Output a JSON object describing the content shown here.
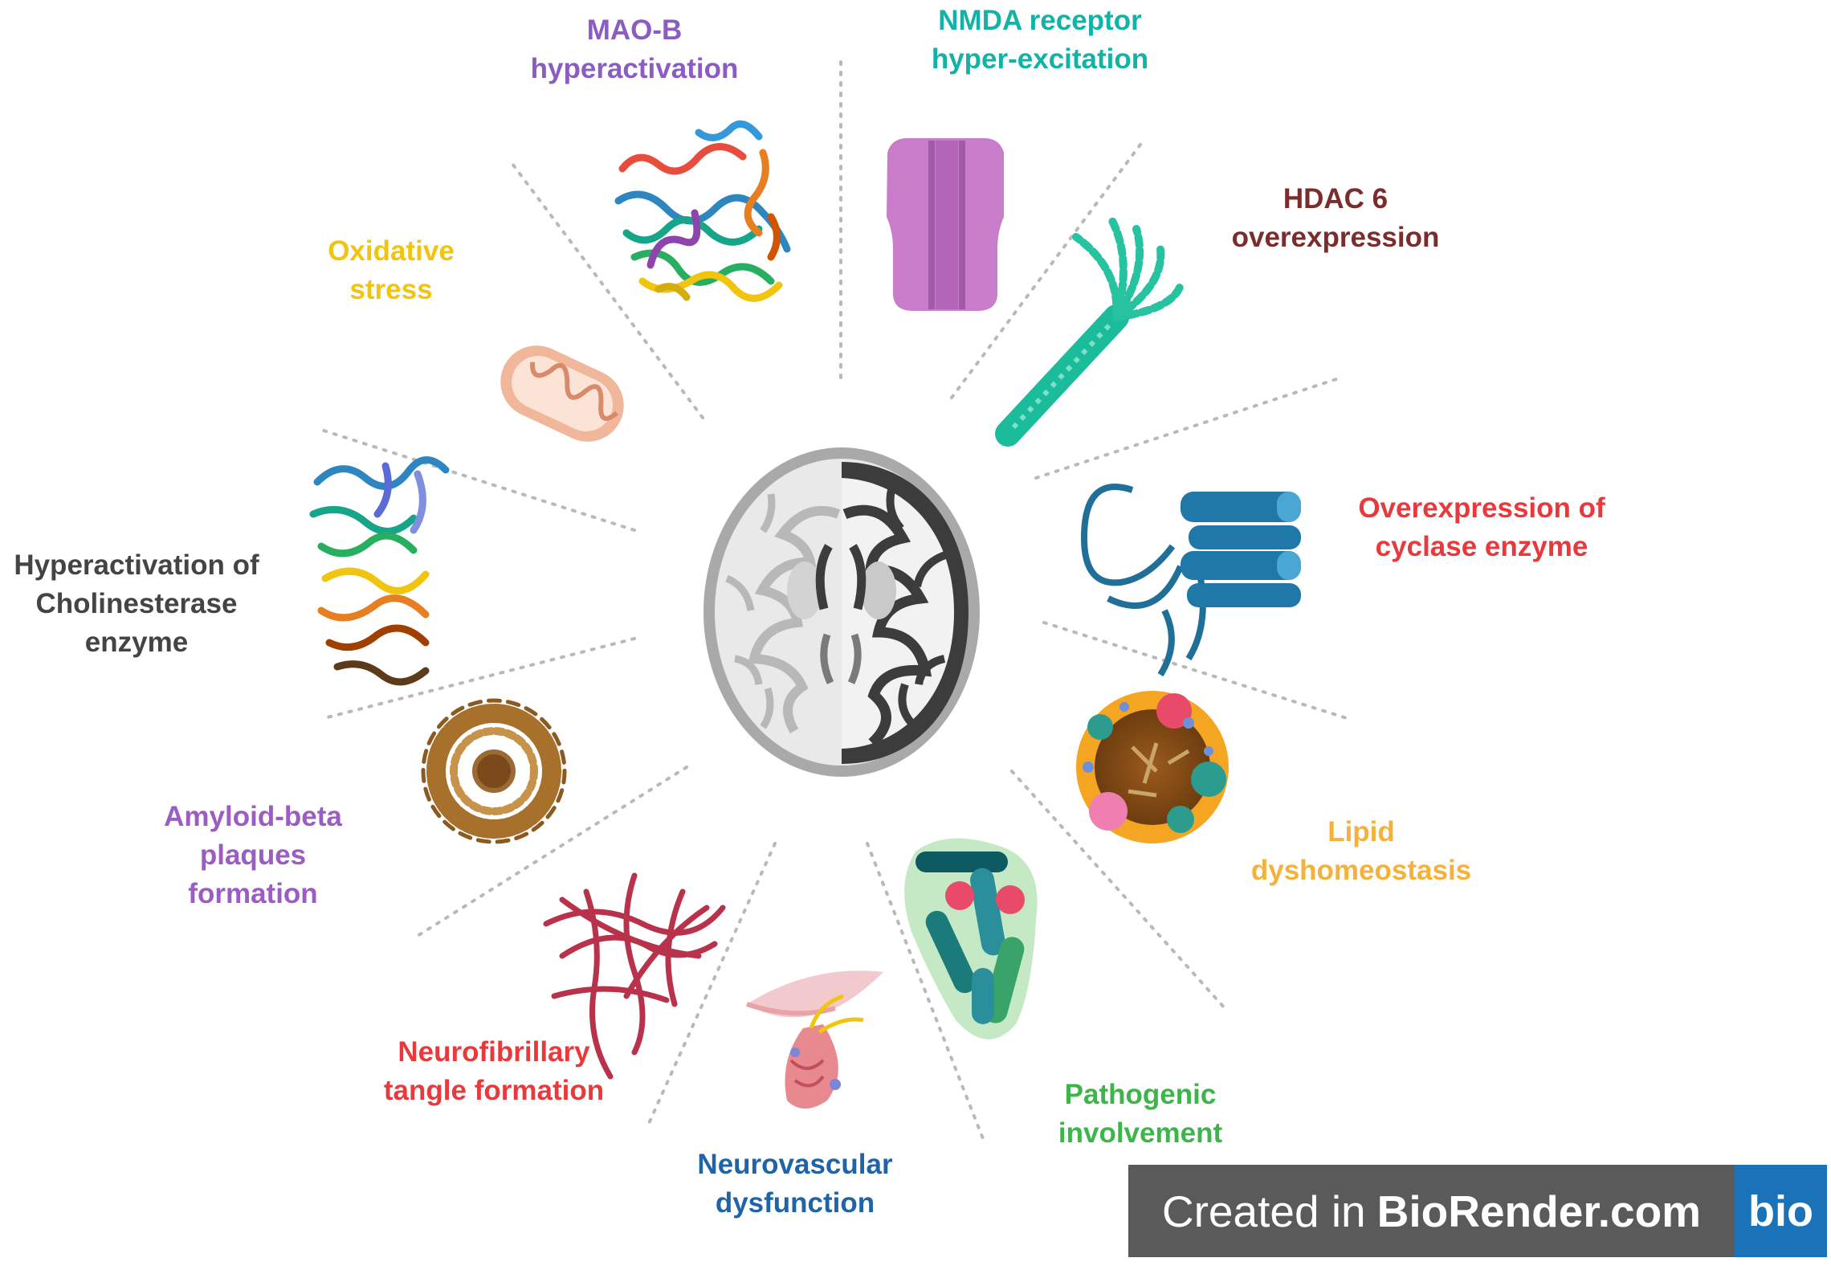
{
  "labels": [
    {
      "id": "mao-b",
      "lines": [
        "MAO-B",
        "hyperactivation"
      ],
      "color": "#8a5cc4"
    },
    {
      "id": "nmda",
      "lines": [
        "NMDA receptor",
        "hyper-excitation"
      ],
      "color": "#12b3a6"
    },
    {
      "id": "hdac6",
      "lines": [
        "HDAC 6",
        "overexpression"
      ],
      "color": "#7b2d2d"
    },
    {
      "id": "cyclase",
      "lines": [
        "Overexpression of",
        "cyclase enzyme"
      ],
      "color": "#e8393d"
    },
    {
      "id": "lipid",
      "lines": [
        "Lipid",
        "dyshomeostasis"
      ],
      "color": "#f5b13a"
    },
    {
      "id": "pathogenic",
      "lines": [
        "Pathogenic",
        "involvement"
      ],
      "color": "#3db54a"
    },
    {
      "id": "neurovascular",
      "lines": [
        "Neurovascular",
        "dysfunction"
      ],
      "color": "#1f64a8"
    },
    {
      "id": "neurofibrillary",
      "lines": [
        "Neurofibrillary",
        "tangle formation"
      ],
      "color": "#e8393d"
    },
    {
      "id": "amyloid",
      "lines": [
        "Amyloid-beta",
        "plaques",
        "formation"
      ],
      "color": "#9b5cc4"
    },
    {
      "id": "cholinesterase",
      "lines": [
        "Hyperactivation of",
        "Cholinesterase",
        "enzyme"
      ],
      "color": "#444444"
    },
    {
      "id": "oxidative",
      "lines": [
        "Oxidative",
        "stress"
      ],
      "color": "#f1c40f"
    }
  ],
  "badge": {
    "prefix": "Created in",
    "brand": "BioRender.com",
    "logo": "bio"
  },
  "icons": [
    "brain-icon",
    "mao-b-protein-icon",
    "nmda-receptor-icon",
    "microtubule-icon",
    "cyclase-enzyme-icon",
    "lipid-droplet-icon",
    "bacteria-icon",
    "neurovascular-unit-icon",
    "neurofibrillary-tangle-icon",
    "amyloid-plaque-icon",
    "cholinesterase-protein-icon",
    "mitochondrion-icon"
  ]
}
